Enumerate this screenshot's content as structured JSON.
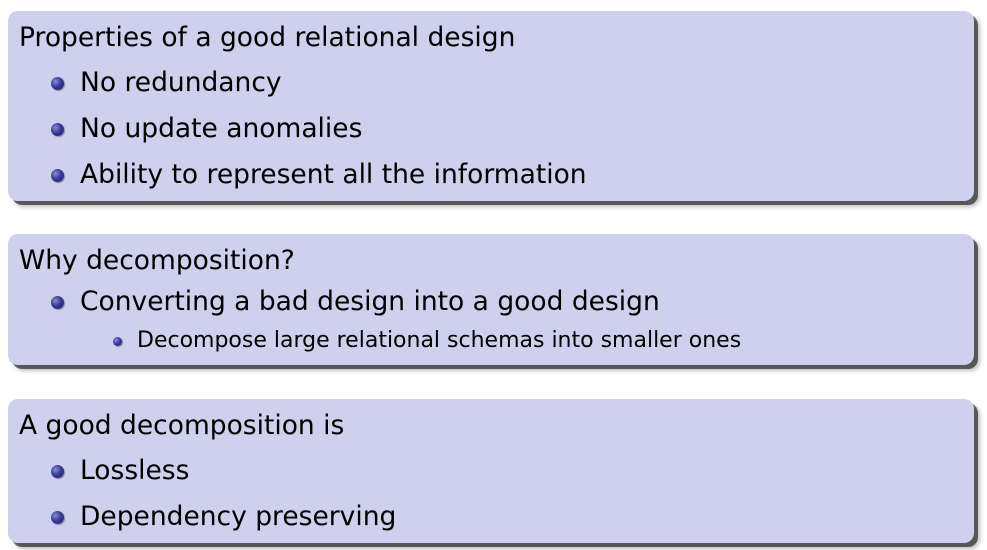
{
  "blocks": [
    {
      "title": "Properties of a good relational design",
      "items": [
        "No redundancy",
        "No update anomalies",
        "Ability to represent all the information"
      ]
    },
    {
      "title": "Why decomposition?",
      "items": [
        "Converting a bad design into a good design"
      ],
      "subitems": [
        "Decompose large relational schemas into smaller ones"
      ]
    },
    {
      "title": "A good decomposition is",
      "items": [
        "Lossless",
        "Dependency preserving"
      ]
    }
  ],
  "colors": {
    "block_background": "#cfcfee",
    "bullet": "#3a3a99",
    "text": "#000000"
  },
  "icons": {
    "bullet": "bullet-ball-icon",
    "subbullet": "subbullet-ball-icon"
  }
}
